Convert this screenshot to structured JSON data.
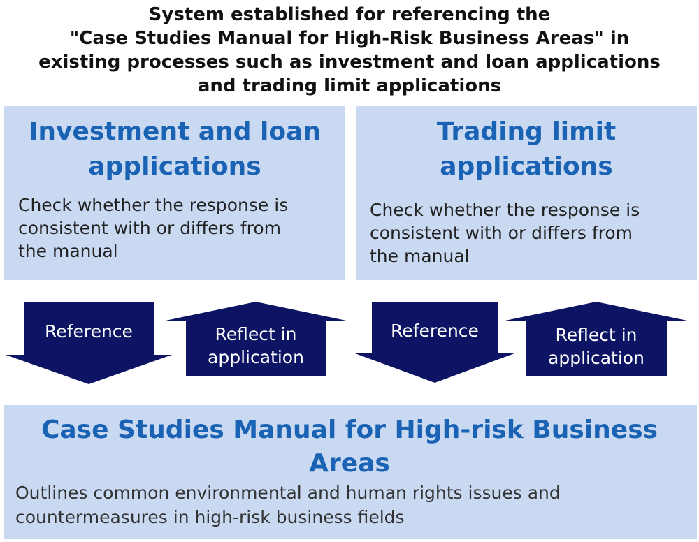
{
  "heading": {
    "lines": [
      "System established for referencing the",
      "\"Case Studies Manual for High-Risk Business Areas\" in",
      "existing processes such as investment and loan applications",
      "and trading limit applications"
    ]
  },
  "panels": [
    {
      "title_lines": [
        "Investment and loan",
        "applications"
      ],
      "body_lines": [
        "Check whether the response is",
        "consistent with or differs from",
        "the manual"
      ]
    },
    {
      "title_lines": [
        "Trading limit",
        "applications"
      ],
      "body_lines": [
        "Check whether the response is",
        "consistent with or differs from",
        "the manual"
      ]
    }
  ],
  "arrows": [
    {
      "direction": "down",
      "label_lines": [
        "Reference"
      ]
    },
    {
      "direction": "up",
      "label_lines": [
        "Reflect in",
        "application"
      ]
    },
    {
      "direction": "down",
      "label_lines": [
        "Reference"
      ]
    },
    {
      "direction": "up",
      "label_lines": [
        "Reflect in",
        "application"
      ]
    }
  ],
  "manual": {
    "title_lines": [
      "Case Studies Manual for High-risk Business",
      "Areas"
    ],
    "body_lines": [
      "Outlines common environmental and human rights issues and",
      "countermeasures in high-risk business fields"
    ]
  },
  "colors": {
    "panel_fill": "#c9d9f1",
    "title_text": "#1a63b4",
    "arrow_fill": "#0d1463"
  }
}
